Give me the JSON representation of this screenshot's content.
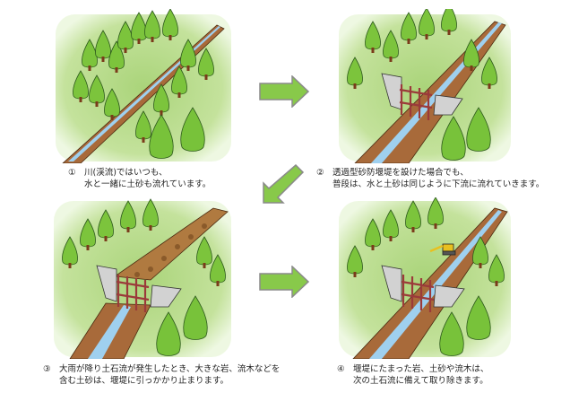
{
  "diagram": {
    "title": "",
    "colors": {
      "meadow": "#b9dc8a",
      "meadow_edge": "#dff0c8",
      "tree": "#7cc43c",
      "tree_dark": "#3f8f2a",
      "trunk": "#7a3b1a",
      "riverbed": "#a86a3a",
      "water": "#9fd0ef",
      "dam": "#d2d2d2",
      "grid": "#9b3a3a",
      "arrow_fill": "#88c94a",
      "arrow_stroke": "#8a8a8a"
    },
    "steps": [
      {
        "number": "①",
        "scene": "river-without-dam",
        "line1": "川(渓流)ではいつも、",
        "line2": "水と一緒に土砂も流れています。"
      },
      {
        "number": "②",
        "scene": "permeable-sabo-dam-normal-flow",
        "line1": "透過型砂防堰堤を設けた場合でも、",
        "line2": "普段は、水と土砂は同じように下流に流れていきます。"
      },
      {
        "number": "③",
        "scene": "debris-flow-captured",
        "line1": "大雨が降り土石流が発生したとき、大きな岩、流木などを",
        "line2": "含む土砂は、堰堤に引っかかり止まります。"
      },
      {
        "number": "④",
        "scene": "debris-removal-excavator",
        "line1": "堰堤にたまった岩、土砂や流木は、",
        "line2": "次の土石流に備えて取り除きます。"
      }
    ],
    "arrows": [
      {
        "from": 1,
        "to": 2,
        "direction": "right"
      },
      {
        "from": 2,
        "to": 3,
        "direction": "down-left"
      },
      {
        "from": 3,
        "to": 4,
        "direction": "right"
      }
    ]
  }
}
